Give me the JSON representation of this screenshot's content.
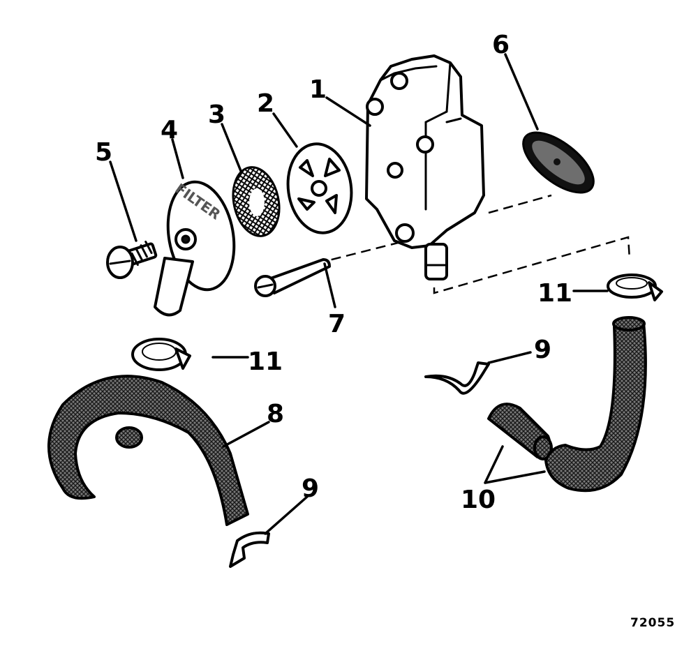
{
  "callouts": {
    "c1": "1",
    "c2": "2",
    "c3": "3",
    "c4": "4",
    "c5": "5",
    "c6": "6",
    "c7": "7",
    "c8": "8",
    "c9a": "9",
    "c9b": "9",
    "c10": "10",
    "c11a": "11",
    "c11b": "11"
  },
  "filter_cover_text": "FILTER",
  "figure_number": "72055"
}
